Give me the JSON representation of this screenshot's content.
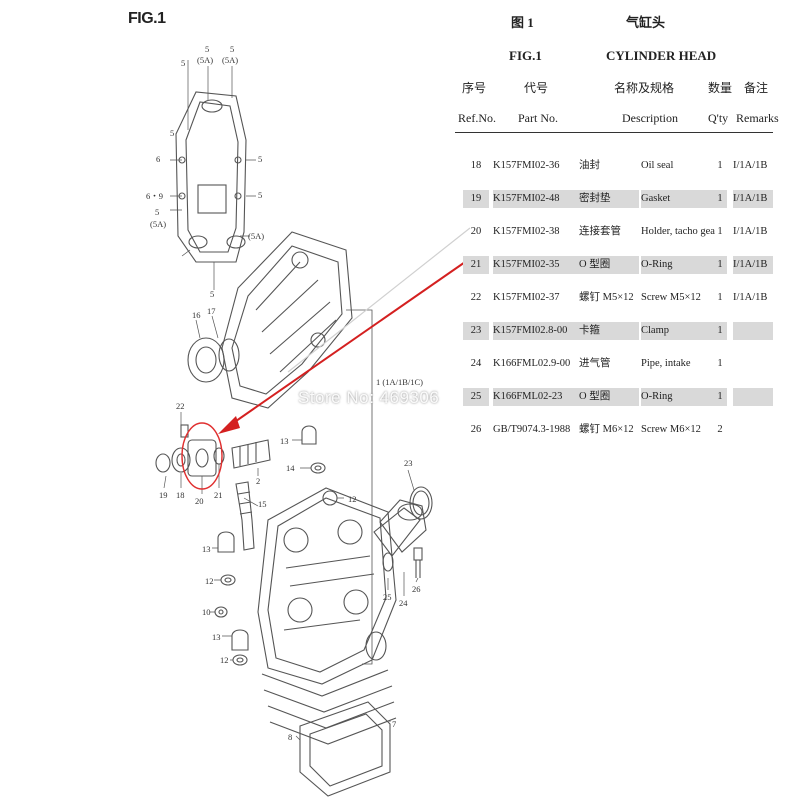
{
  "figure": {
    "label": "FIG.1"
  },
  "table": {
    "cn_fig": "图 1",
    "cn_title": "气缸头",
    "en_fig": "FIG.1",
    "en_title": "CYLINDER HEAD",
    "headers_cn": {
      "ref": "序号",
      "part": "代号",
      "desc": "名称及规格",
      "qty": "数量",
      "remarks": "备注"
    },
    "headers_en": {
      "ref": "Ref.No.",
      "part": "Part No.",
      "desc": "Description",
      "qty": "Q'ty",
      "remarks": "Remarks"
    },
    "rows": [
      {
        "ref": "18",
        "part": "K157FMI02-36",
        "cn": "油封",
        "desc": "Oil seal",
        "qty": "1",
        "remarks": "I/1A/1B",
        "shaded": false
      },
      {
        "ref": "19",
        "part": "K157FMI02-48",
        "cn": "密封垫",
        "desc": "Gasket",
        "qty": "1",
        "remarks": "I/1A/1B",
        "shaded": true
      },
      {
        "ref": "20",
        "part": "K157FMI02-38",
        "cn": "连接套管",
        "desc": "Holder, tacho gear",
        "qty": "1",
        "remarks": "I/1A/1B",
        "shaded": false
      },
      {
        "ref": "21",
        "part": "K157FMI02-35",
        "cn": "O 型圈",
        "desc": "O-Ring",
        "qty": "1",
        "remarks": "I/1A/1B",
        "shaded": true
      },
      {
        "ref": "22",
        "part": "K157FMI02-37",
        "cn": "螺钉 M5×12",
        "desc": "Screw M5×12",
        "qty": "1",
        "remarks": "I/1A/1B",
        "shaded": false
      },
      {
        "ref": "23",
        "part": "K157FMI02.8-00",
        "cn": "卡箍",
        "desc": "Clamp",
        "qty": "1",
        "remarks": "",
        "shaded": true
      },
      {
        "ref": "24",
        "part": "K166FML02.9-00",
        "cn": "进气管",
        "desc": "Pipe, intake",
        "qty": "1",
        "remarks": "",
        "shaded": false
      },
      {
        "ref": "25",
        "part": "K166FML02-23",
        "cn": "O 型圈",
        "desc": "O-Ring",
        "qty": "1",
        "remarks": "",
        "shaded": true
      },
      {
        "ref": "26",
        "part": "GB/T9074.3-1988",
        "cn": "螺钉 M6×12",
        "desc": "Screw M6×12",
        "qty": "2",
        "remarks": "",
        "shaded": false
      }
    ]
  },
  "callouts": {
    "c5a": "5",
    "c5b": "5",
    "c5c": "5",
    "c5A1": "(5A)",
    "c5A2": "(5A)",
    "c5d": "5",
    "c6": "6",
    "c69": "6・9",
    "c5e": "5",
    "c5f": "5",
    "c5g": "5",
    "c5A3": "(5A)",
    "c5A4": "(5A)",
    "c5h": "5",
    "c16": "16",
    "c17": "17",
    "c22": "22",
    "c19": "19",
    "c18": "18",
    "c20": "20",
    "c21": "21",
    "c1": "1 (1A/1B/1C)",
    "c2": "2",
    "c13a": "13",
    "c14": "14",
    "c15": "15",
    "c12a": "12",
    "c13b": "13",
    "c12b": "12",
    "c10": "10",
    "c13c": "13",
    "c12c": "12",
    "c23": "23",
    "c25": "25",
    "c24": "24",
    "c26": "26",
    "c7": "7",
    "c8": "8"
  },
  "watermark": "Store No: 469306",
  "colors": {
    "highlight_circle": "#e03030",
    "pointer_arrow": "#d42020",
    "row_shade": "#d9d9d9"
  }
}
